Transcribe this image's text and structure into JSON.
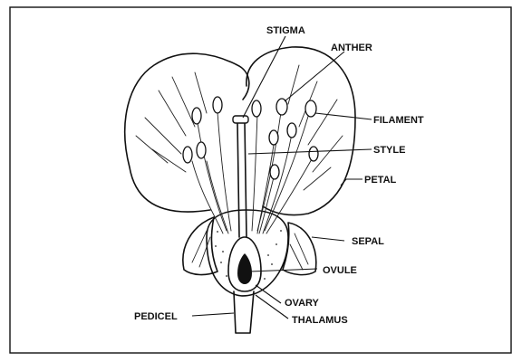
{
  "diagram": {
    "labels": {
      "stigma": "STIGMA",
      "anther": "ANTHER",
      "filament": "FILAMENT",
      "style": "STYLE",
      "petal": "PETAL",
      "sepal": "SEPAL",
      "ovule": "OVULE",
      "ovary": "OVARY",
      "pedicel": "PEDICEL",
      "thalamus": "THALAMUS"
    }
  }
}
